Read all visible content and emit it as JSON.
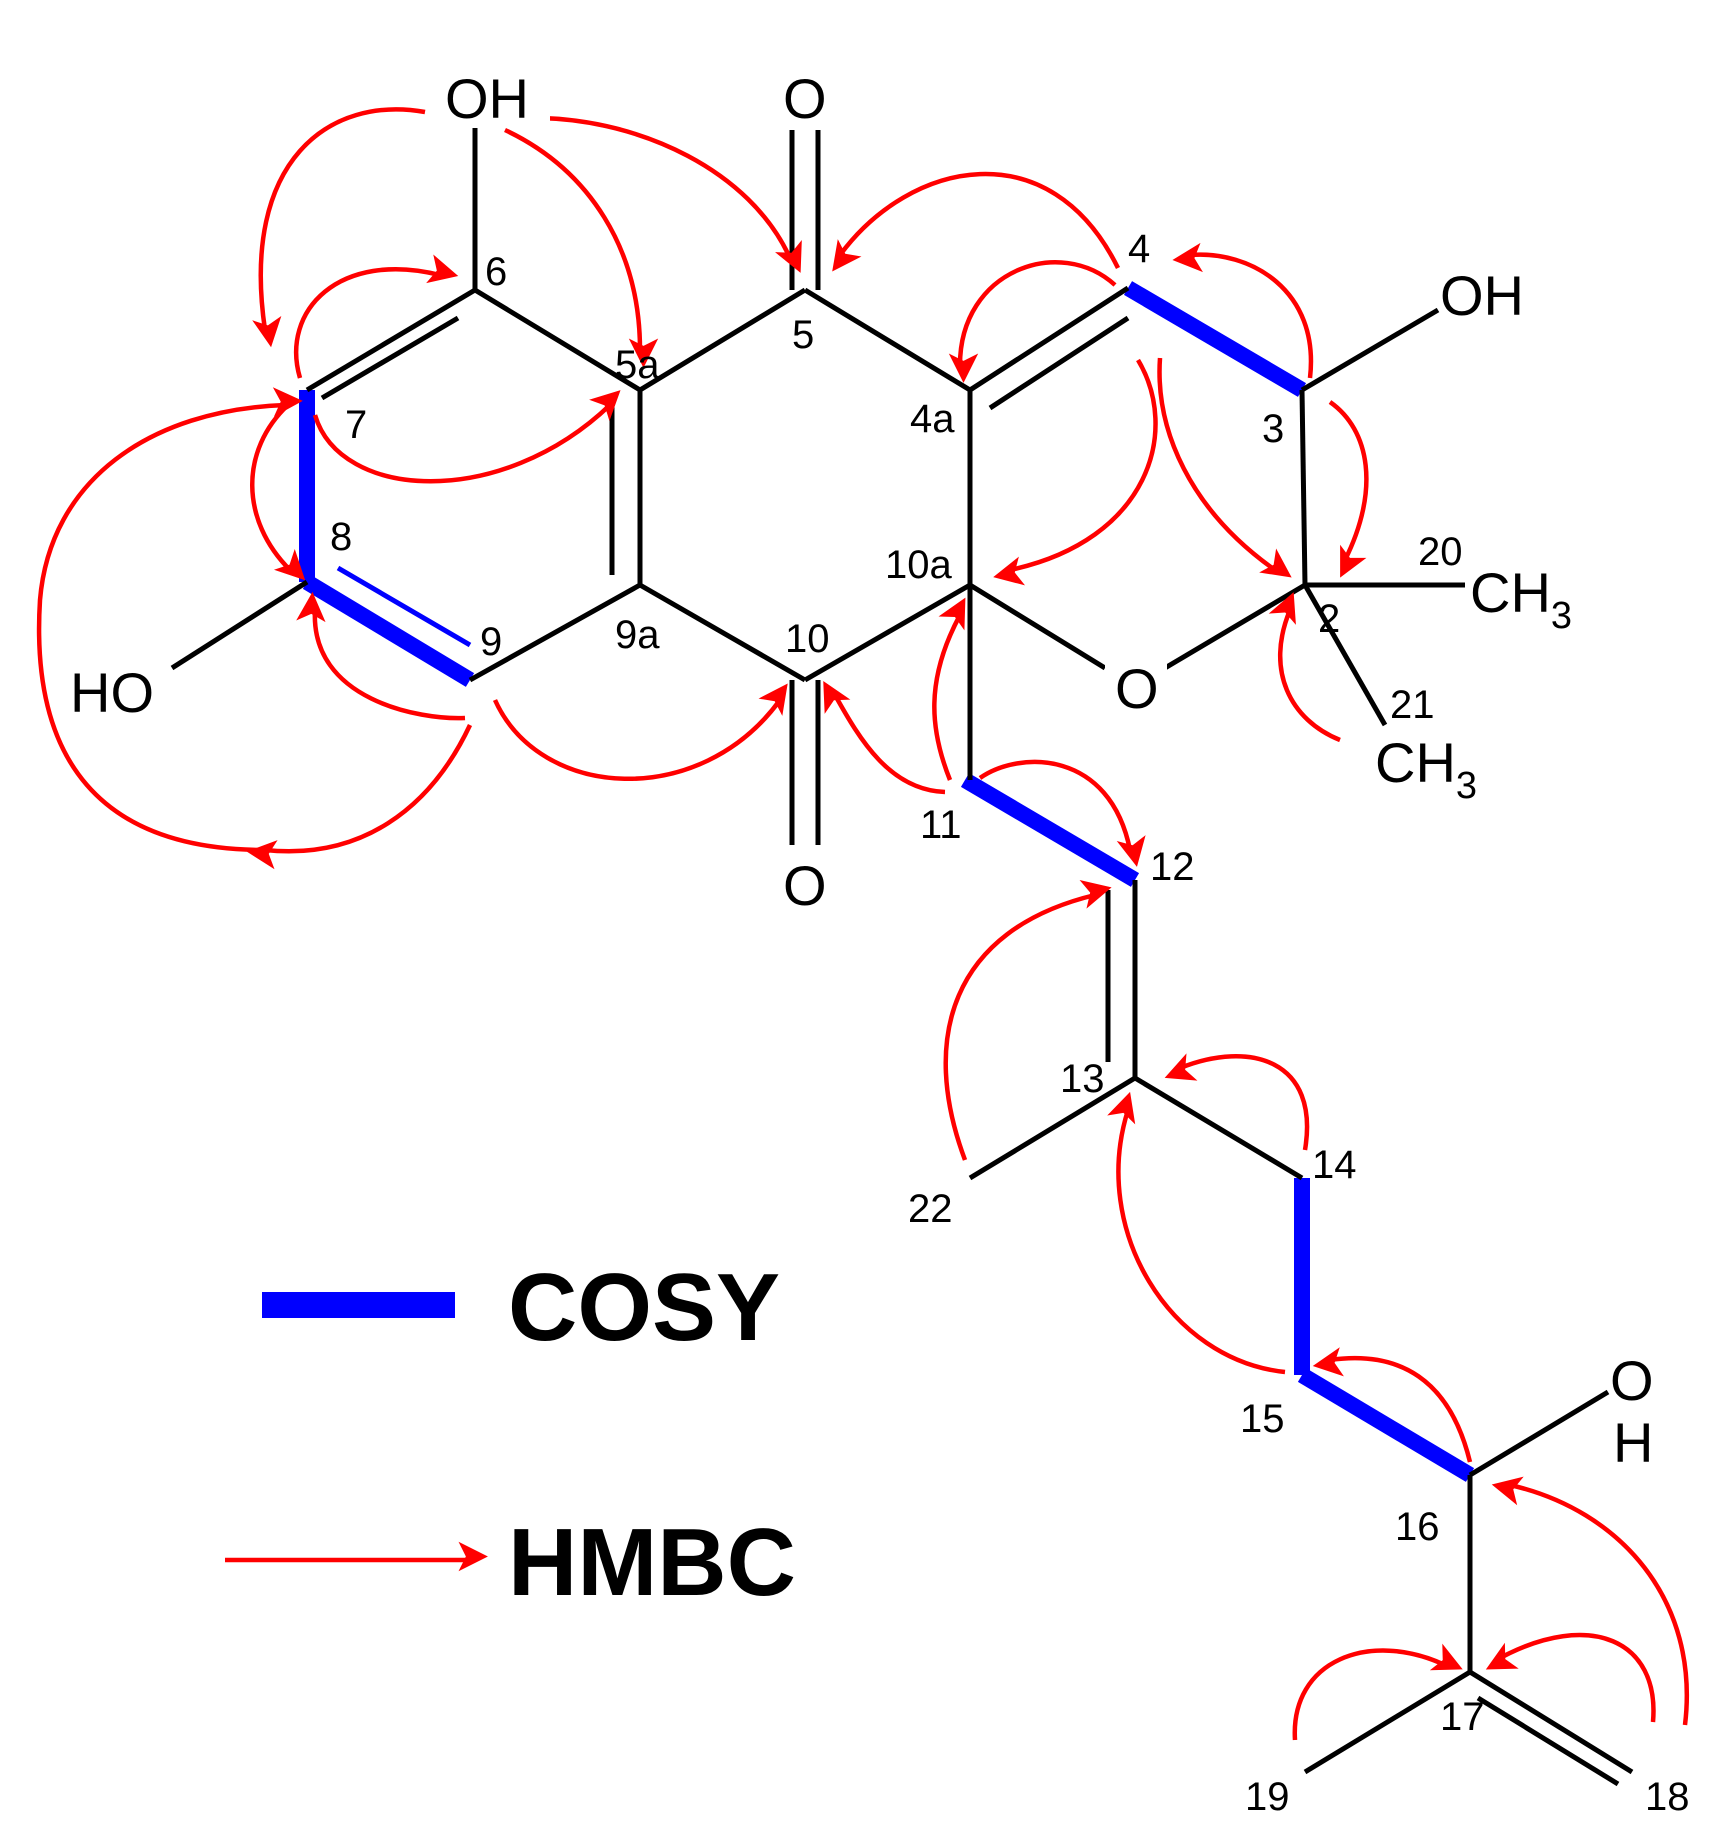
{
  "atoms": {
    "oh_6": "OH",
    "o_5": "O",
    "oh_3": "OH",
    "ho_8": "HO",
    "o_10": "O",
    "o_ring": "O",
    "ch3_20_main": "CH",
    "ch3_20_sub": "3",
    "ch3_21_main": "CH",
    "ch3_21_sub": "3",
    "oh_16_o": "O",
    "oh_16_h": "H"
  },
  "locants": {
    "c2": "2",
    "c3": "3",
    "c4": "4",
    "c4a": "4a",
    "c5": "5",
    "c5a": "5a",
    "c6": "6",
    "c7": "7",
    "c8": "8",
    "c9": "9",
    "c9a": "9a",
    "c10": "10",
    "c10a": "10a",
    "c11": "11",
    "c12": "12",
    "c13": "13",
    "c14": "14",
    "c15": "15",
    "c16": "16",
    "c17": "17",
    "c18": "18",
    "c19": "19",
    "c20": "20",
    "c21": "21",
    "c22": "22"
  },
  "legend": {
    "cosy_label": "COSY",
    "hmbc_label": "HMBC"
  },
  "colors": {
    "bond": "#000000",
    "cosy": "#0000ff",
    "hmbc": "#ff0000"
  }
}
